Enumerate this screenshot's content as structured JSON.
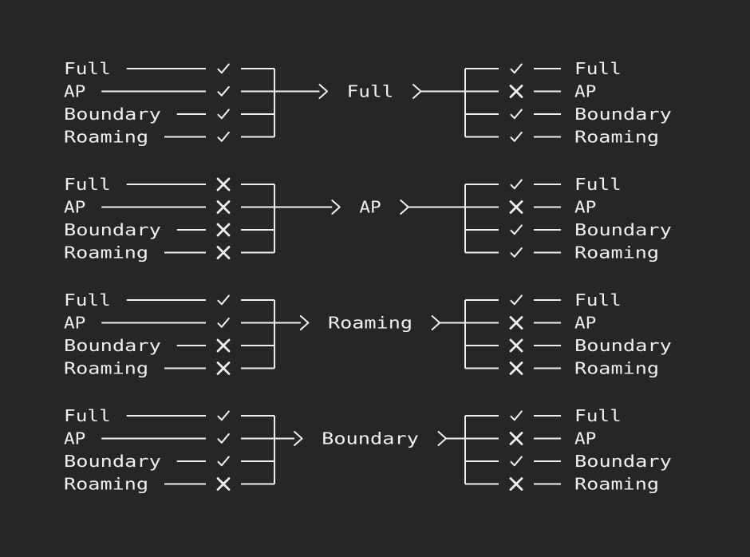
{
  "theme": {
    "background": "#272525",
    "ink": "#f0efef"
  },
  "modes": [
    "Full",
    "AP",
    "Boundary",
    "Roaming"
  ],
  "marks": {
    "check": {
      "icon": "check-icon",
      "glyph": "✓"
    },
    "cross": {
      "icon": "cross-icon",
      "glyph": "✕"
    }
  },
  "diagram": {
    "groups": [
      {
        "target": "Full",
        "inputs": [
          "check",
          "check",
          "check",
          "check"
        ],
        "outputs": [
          "check",
          "cross",
          "check",
          "check"
        ]
      },
      {
        "target": "AP",
        "inputs": [
          "cross",
          "cross",
          "cross",
          "cross"
        ],
        "outputs": [
          "check",
          "cross",
          "check",
          "check"
        ]
      },
      {
        "target": "Roaming",
        "inputs": [
          "check",
          "check",
          "cross",
          "cross"
        ],
        "outputs": [
          "check",
          "cross",
          "cross",
          "cross"
        ]
      },
      {
        "target": "Boundary",
        "inputs": [
          "check",
          "check",
          "check",
          "cross"
        ],
        "outputs": [
          "check",
          "cross",
          "check",
          "cross"
        ]
      }
    ]
  }
}
